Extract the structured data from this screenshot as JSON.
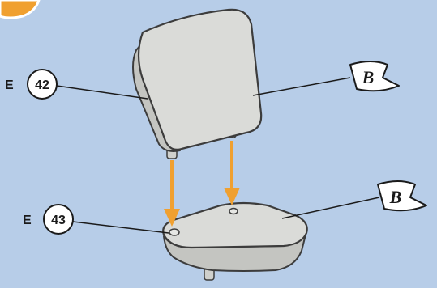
{
  "callouts": [
    {
      "prefix": "E",
      "number": "42"
    },
    {
      "prefix": "E",
      "number": "43"
    }
  ],
  "flags": [
    {
      "label": "B"
    },
    {
      "label": "B"
    }
  ],
  "colors": {
    "background": "#b7cde8",
    "part_fill": "#dadbd8",
    "part_stroke": "#3c3c3c",
    "arrow": "#f0a030",
    "badge": "#f0a030"
  }
}
